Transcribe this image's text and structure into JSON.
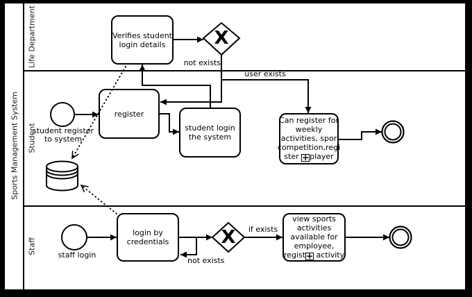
{
  "pool": {
    "label": "Sports Management System"
  },
  "lanes": [
    {
      "label": "Life Department"
    },
    {
      "label": "Student"
    },
    {
      "label": "Staff"
    }
  ],
  "tasks": {
    "verifies": {
      "lines": [
        "Verifies student",
        "login details"
      ]
    },
    "register": {
      "lines": [
        "register"
      ]
    },
    "student_login": {
      "lines": [
        "student login",
        "the system"
      ]
    },
    "can_register": {
      "lines": [
        "Can register for",
        "weekly",
        "activities, spor",
        "competition,regi"
      ],
      "last_line_before": "ster ",
      "last_line_after": "player",
      "subprocess_marker": "+"
    },
    "login_credentials": {
      "lines": [
        "login by",
        "credentials"
      ]
    },
    "view_sports": {
      "lines": [
        "view sports",
        "activities",
        "available for",
        "employee,"
      ],
      "last_line_before": "regist",
      "last_line_after": " activity",
      "subprocess_marker": "+"
    }
  },
  "gateways": {
    "login_check": {
      "symbol": "X"
    },
    "staff_check": {
      "symbol": "X"
    }
  },
  "flow_labels": {
    "not_exists_top": "not exists",
    "user_exists": "user exists",
    "if_exists": "if exists",
    "not_exists_staff": "not exists"
  },
  "event_labels": {
    "student_start_line1": "student register",
    "student_start_line2": "to system",
    "staff_start": "staff login"
  },
  "colors": {
    "stroke": "#000000",
    "fill": "#ffffff",
    "frame": "#000000"
  }
}
